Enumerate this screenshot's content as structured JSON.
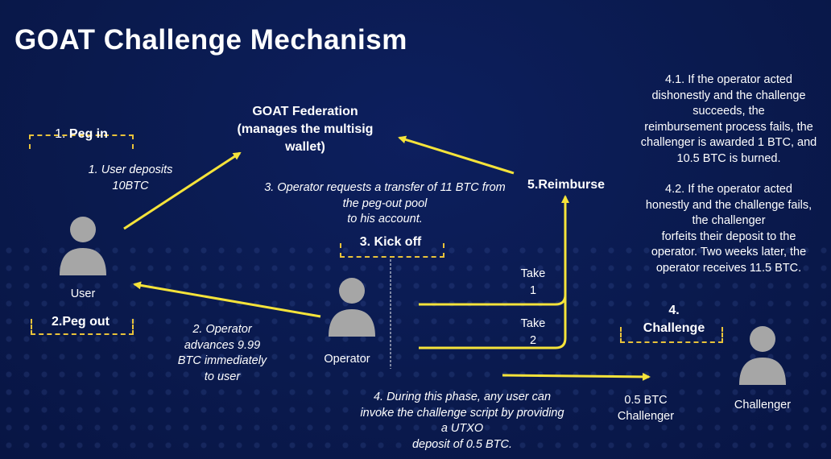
{
  "title": "GOAT Challenge Mechanism",
  "federation": {
    "line1": "GOAT Federation",
    "line2": "(manages the multisig",
    "line3": "wallet)"
  },
  "steps": {
    "peg_in": {
      "number": "1.",
      "label": "Peg in"
    },
    "peg_out": {
      "label": "2.Peg out"
    },
    "kick_off": {
      "label": "3. Kick off"
    },
    "challenge": {
      "line1": "4.",
      "line2": "Challenge"
    },
    "reimburse": {
      "label": "5.Reimburse"
    }
  },
  "notes": {
    "user_deposits": [
      "1. User deposits",
      "10BTC"
    ],
    "operator_request": [
      "3. Operator requests a transfer of 11 BTC from",
      "the peg-out pool",
      "to his account."
    ],
    "operator_advances": [
      "2. Operator",
      "advances 9.99",
      "BTC immediately",
      "to user"
    ],
    "during_phase": [
      "4. During this phase, any user can",
      "invoke the challenge script by providing",
      "a UTXO",
      "deposit of 0.5 BTC."
    ],
    "outcome_1": [
      "4.1. If the operator acted",
      "dishonestly and the challenge",
      "succeeds, the",
      "reimbursement process fails, the",
      "challenger is awarded 1 BTC, and",
      "10.5 BTC is burned."
    ],
    "outcome_2": [
      "4.2. If the operator acted",
      "honestly and the challenge fails,",
      "the challenger",
      "forfeits their deposit to the",
      "operator. Two weeks later, the",
      "operator receives 11.5 BTC."
    ]
  },
  "takes": [
    {
      "line1": "Take",
      "line2": "1"
    },
    {
      "line1": "Take",
      "line2": "2"
    }
  ],
  "actors": {
    "user": "User",
    "operator": "Operator",
    "challenger": "Challenger"
  },
  "deposit": [
    "0.5 BTC",
    "Challenger"
  ],
  "colors": {
    "background": "#0a1a4e",
    "arrow": "#f5e33a",
    "bracket": "#e8c23a",
    "person": "#a6a6a6",
    "text": "#ffffff"
  }
}
